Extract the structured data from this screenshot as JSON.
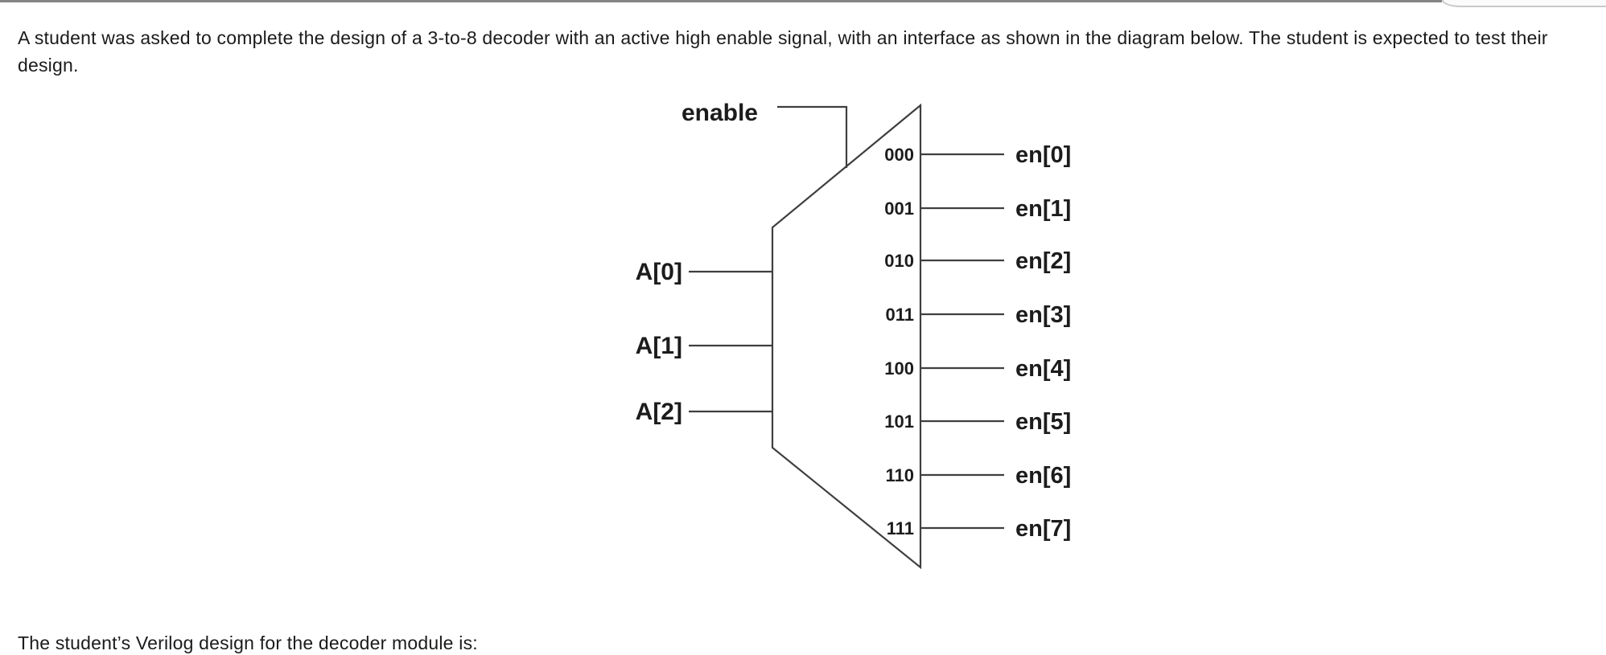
{
  "question": {
    "intro": "A student was asked to complete the design of a 3-to-8 decoder with an active high enable signal, with an interface as shown in the diagram below. The student is expected to test their design.",
    "verilog_prompt": "The student’s Verilog design for the decoder module is:"
  },
  "diagram": {
    "enable_label": "enable",
    "inputs": [
      {
        "label": "A[0]"
      },
      {
        "label": "A[1]"
      },
      {
        "label": "A[2]"
      }
    ],
    "outputs": [
      {
        "code": "000",
        "label": "en[0]"
      },
      {
        "code": "001",
        "label": "en[1]"
      },
      {
        "code": "010",
        "label": "en[2]"
      },
      {
        "code": "011",
        "label": "en[3]"
      },
      {
        "code": "100",
        "label": "en[4]"
      },
      {
        "code": "101",
        "label": "en[5]"
      },
      {
        "code": "110",
        "label": "en[6]"
      },
      {
        "code": "111",
        "label": "en[7]"
      }
    ],
    "colors": {
      "line": "#3f3f3f",
      "text": "#1c1c1c"
    }
  },
  "page": {
    "background": "#ffffff",
    "top_border_color": "#848484",
    "corner_border_color": "#c9c9c9"
  }
}
